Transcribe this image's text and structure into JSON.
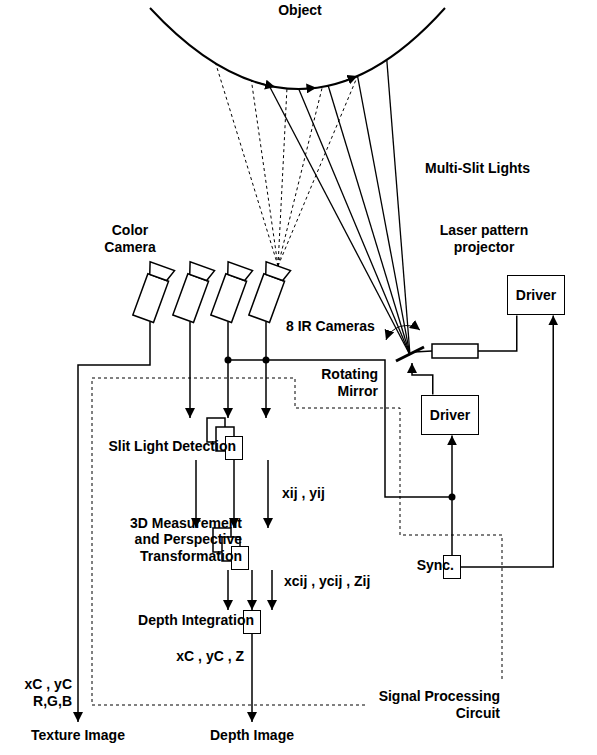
{
  "diagram": {
    "nodes": [
      {
        "text": [
          "Signal Processing Circuit"
        ]
      },
      {
        "text": [
          "Slit Light Detection"
        ],
        "in": 0
      },
      {
        "text": [
          "3D Measurement and Perspective Transformation"
        ],
        "in": 0
      },
      {
        "text": [
          "Depth Integration"
        ],
        "in": 0
      },
      {
        "text": [
          "Driver"
        ]
      },
      {
        "text": [
          "Driver"
        ]
      },
      {
        "text": [
          "Sync."
        ],
        "in": 0
      }
    ],
    "edges": [
      {
        "from": 1,
        "to": 2,
        "arrow": "to",
        "label": "xij , yij"
      },
      {
        "from": 2,
        "to": 3,
        "arrow": "to",
        "label": "xcij , ycij , Zij"
      },
      {
        "from": 6,
        "to": 5,
        "arrow": "to"
      },
      {
        "from": 6,
        "to": 4,
        "arrow": "to"
      }
    ],
    "labels": [
      "Object",
      "Multi-Slit Lights",
      "Laser pattern projector",
      "Rotating Mirror",
      "Color Camera",
      "8 IR Cameras",
      "xC , yC R,G,B",
      "Texture Image",
      "xC , yC , Z",
      "Depth Image"
    ]
  }
}
